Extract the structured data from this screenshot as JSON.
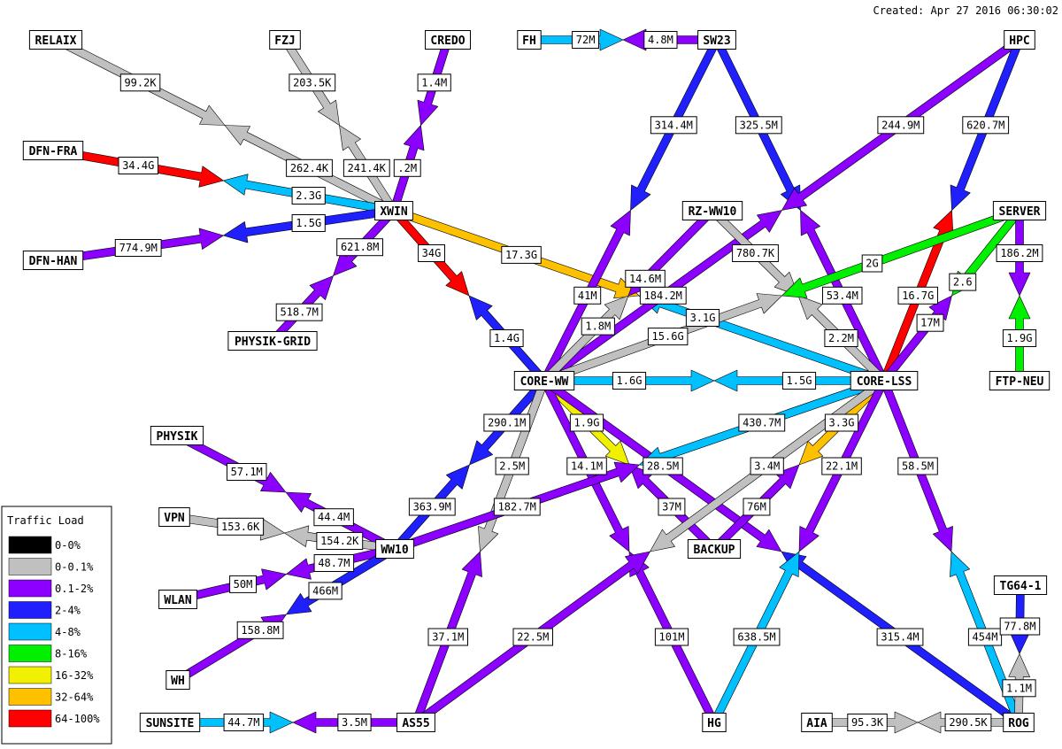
{
  "created": "Created: Apr 27 2016 06:30:02",
  "legend": {
    "title": "Traffic Load",
    "items": [
      {
        "label": "0-0%",
        "color": "#000000"
      },
      {
        "label": "0-0.1%",
        "color": "#c0c0c0"
      },
      {
        "label": "0.1-2%",
        "color": "#8c00ff"
      },
      {
        "label": "2-4%",
        "color": "#2020ff"
      },
      {
        "label": "4-8%",
        "color": "#00c0ff"
      },
      {
        "label": "8-16%",
        "color": "#00f000"
      },
      {
        "label": "16-32%",
        "color": "#f0f000"
      },
      {
        "label": "32-64%",
        "color": "#ffc000"
      },
      {
        "label": "64-100%",
        "color": "#ff0000"
      }
    ]
  },
  "nodes": [
    {
      "id": "RELAIX",
      "label": "RELAIX"
    },
    {
      "id": "FZJ",
      "label": "FZJ"
    },
    {
      "id": "CREDO",
      "label": "CREDO"
    },
    {
      "id": "FH",
      "label": "FH"
    },
    {
      "id": "SW23",
      "label": "SW23"
    },
    {
      "id": "HPC",
      "label": "HPC"
    },
    {
      "id": "DFN-FRA",
      "label": "DFN-FRA"
    },
    {
      "id": "XWIN",
      "label": "XWIN"
    },
    {
      "id": "DFN-HAN",
      "label": "DFN-HAN"
    },
    {
      "id": "RZ-WW10",
      "label": "RZ-WW10"
    },
    {
      "id": "SERVER",
      "label": "SERVER"
    },
    {
      "id": "PHYSIK-GRID",
      "label": "PHYSIK-GRID"
    },
    {
      "id": "FTP-NEU",
      "label": "FTP-NEU"
    },
    {
      "id": "CORE-WW",
      "label": "CORE-WW"
    },
    {
      "id": "CORE-LSS",
      "label": "CORE-LSS"
    },
    {
      "id": "PHYSIK",
      "label": "PHYSIK"
    },
    {
      "id": "VPN",
      "label": "VPN"
    },
    {
      "id": "WW10",
      "label": "WW10"
    },
    {
      "id": "BACKUP",
      "label": "BACKUP"
    },
    {
      "id": "WLAN",
      "label": "WLAN"
    },
    {
      "id": "TG64-1",
      "label": "TG64-1"
    },
    {
      "id": "WH",
      "label": "WH"
    },
    {
      "id": "SUNSITE",
      "label": "SUNSITE"
    },
    {
      "id": "AS55",
      "label": "AS55"
    },
    {
      "id": "HG",
      "label": "HG"
    },
    {
      "id": "AIA",
      "label": "AIA"
    },
    {
      "id": "ROG",
      "label": "ROG"
    }
  ],
  "links": [
    {
      "a": "RELAIX",
      "b": "XWIN",
      "a_label": "99.2K",
      "a_color": "#c0c0c0",
      "b_label": "262.4K",
      "b_color": "#c0c0c0"
    },
    {
      "a": "FZJ",
      "b": "XWIN",
      "a_label": "203.5K",
      "a_color": "#c0c0c0",
      "b_label": "241.4K",
      "b_color": "#c0c0c0"
    },
    {
      "a": "CREDO",
      "b": "XWIN",
      "a_label": "1.4M",
      "a_color": "#8c00ff",
      "b_label": ".2M",
      "b_color": "#8c00ff"
    },
    {
      "a": "DFN-FRA",
      "b": "XWIN",
      "a_label": "34.4G",
      "a_color": "#ff0000",
      "b_label": "2.3G",
      "b_color": "#00c0ff"
    },
    {
      "a": "DFN-HAN",
      "b": "XWIN",
      "a_label": "774.9M",
      "a_color": "#8c00ff",
      "b_label": "1.5G",
      "b_color": "#2020ff"
    },
    {
      "a": "PHYSIK-GRID",
      "b": "XWIN",
      "a_label": "518.7M",
      "a_color": "#8c00ff",
      "b_label": "621.8M",
      "b_color": "#8c00ff"
    },
    {
      "a": "XWIN",
      "b": "CORE-WW",
      "a_label": "34G",
      "a_color": "#ff0000",
      "b_label": "1.4G",
      "b_color": "#2020ff"
    },
    {
      "a": "XWIN",
      "b": "CORE-LSS",
      "a_label": "17.3G",
      "a_color": "#ffc000",
      "b_label": "3.1G",
      "b_color": "#00c0ff"
    },
    {
      "a": "FH",
      "b": "SW23",
      "a_label": "72M",
      "a_color": "#00c0ff",
      "b_label": "4.8M",
      "b_color": "#8c00ff"
    },
    {
      "a": "SW23",
      "b": "CORE-WW",
      "a_label": "314.4M",
      "a_color": "#2020ff",
      "b_label": "41M",
      "b_color": "#8c00ff"
    },
    {
      "a": "SW23",
      "b": "CORE-LSS",
      "a_label": "325.5M",
      "a_color": "#2020ff",
      "b_label": "53.4M",
      "b_color": "#8c00ff"
    },
    {
      "a": "HPC",
      "b": "CORE-WW",
      "a_label": "244.9M",
      "a_color": "#8c00ff",
      "b_label": "184.2M",
      "b_color": "#8c00ff"
    },
    {
      "a": "HPC",
      "b": "CORE-LSS",
      "a_label": "620.7M",
      "a_color": "#2020ff",
      "b_label": "16.7G",
      "b_color": "#ff0000"
    },
    {
      "a": "RZ-WW10",
      "b": "CORE-WW",
      "a_label": "14.6M",
      "a_color": "#8c00ff",
      "b_label": "1.8M",
      "b_color": "#c0c0c0"
    },
    {
      "a": "RZ-WW10",
      "b": "CORE-LSS",
      "a_label": "780.7K",
      "a_color": "#c0c0c0",
      "b_label": "2.2M",
      "b_color": "#c0c0c0"
    },
    {
      "a": "SERVER",
      "b": "CORE-WW",
      "a_label": "2G",
      "a_color": "#00f000",
      "b_label": "15.6G",
      "b_color": "#c0c0c0"
    },
    {
      "a": "SERVER",
      "b": "CORE-LSS",
      "a_label": "2.6",
      "a_color": "#00f000",
      "b_label": "17M",
      "b_color": "#8c00ff"
    },
    {
      "a": "SERVER",
      "b": "FTP-NEU",
      "a_label": "186.2M",
      "a_color": "#8c00ff",
      "b_label": "1.9G",
      "b_color": "#00f000"
    },
    {
      "a": "CORE-WW",
      "b": "CORE-LSS",
      "a_label": "1.6G",
      "a_color": "#00c0ff",
      "b_label": "1.5G",
      "b_color": "#00c0ff"
    },
    {
      "a": "CORE-WW",
      "b": "WW10",
      "a_label": "290.1M",
      "a_color": "#2020ff",
      "b_label": "363.9M",
      "b_color": "#2020ff"
    },
    {
      "a": "CORE-WW",
      "b": "AS55",
      "a_label": "2.5M",
      "a_color": "#c0c0c0",
      "b_label": "37.1M",
      "b_color": "#8c00ff"
    },
    {
      "a": "CORE-WW",
      "b": "BACKUP",
      "a_label": "1.9G",
      "a_color": "#f0f000",
      "b_label": "37M",
      "b_color": "#8c00ff"
    },
    {
      "a": "CORE-WW",
      "b": "HG",
      "a_label": "14.1M",
      "a_color": "#8c00ff",
      "b_label": "101M",
      "b_color": "#8c00ff"
    },
    {
      "a": "CORE-WW",
      "b": "ROG",
      "a_label": "28.5M",
      "a_color": "#8c00ff",
      "b_label": "315.4M",
      "b_color": "#2020ff"
    },
    {
      "a": "CORE-LSS",
      "b": "WW10",
      "a_label": "430.7M",
      "a_color": "#00c0ff",
      "b_label": "182.7M",
      "b_color": "#8c00ff"
    },
    {
      "a": "CORE-LSS",
      "b": "BACKUP",
      "a_label": "3.3G",
      "a_color": "#ffc000",
      "b_label": "76M",
      "b_color": "#8c00ff"
    },
    {
      "a": "CORE-LSS",
      "b": "AS55",
      "a_label": "3.4M",
      "a_color": "#c0c0c0",
      "b_label": "22.5M",
      "b_color": "#8c00ff"
    },
    {
      "a": "CORE-LSS",
      "b": "HG",
      "a_label": "22.1M",
      "a_color": "#8c00ff",
      "b_label": "638.5M",
      "b_color": "#00c0ff"
    },
    {
      "a": "CORE-LSS",
      "b": "ROG",
      "a_label": "58.5M",
      "a_color": "#8c00ff",
      "b_label": "454M",
      "b_color": "#00c0ff"
    },
    {
      "a": "PHYSIK",
      "b": "WW10",
      "a_label": "57.1M",
      "a_color": "#8c00ff",
      "b_label": "44.4M",
      "b_color": "#8c00ff"
    },
    {
      "a": "VPN",
      "b": "WW10",
      "a_label": "153.6K",
      "a_color": "#c0c0c0",
      "b_label": "154.2K",
      "b_color": "#c0c0c0"
    },
    {
      "a": "WLAN",
      "b": "WW10",
      "a_label": "50M",
      "a_color": "#8c00ff",
      "b_label": "48.7M",
      "b_color": "#8c00ff"
    },
    {
      "a": "WH",
      "b": "WW10",
      "a_label": "158.8M",
      "a_color": "#8c00ff",
      "b_label": "466M",
      "b_color": "#2020ff"
    },
    {
      "a": "SUNSITE",
      "b": "AS55",
      "a_label": "44.7M",
      "a_color": "#00c0ff",
      "b_label": "3.5M",
      "b_color": "#8c00ff"
    },
    {
      "a": "TG64-1",
      "b": "ROG",
      "a_label": "77.8M",
      "a_color": "#2020ff",
      "b_label": "1.1M",
      "b_color": "#c0c0c0"
    },
    {
      "a": "AIA",
      "b": "ROG",
      "a_label": "95.3K",
      "a_color": "#c0c0c0",
      "b_label": "290.5K",
      "b_color": "#c0c0c0"
    }
  ]
}
